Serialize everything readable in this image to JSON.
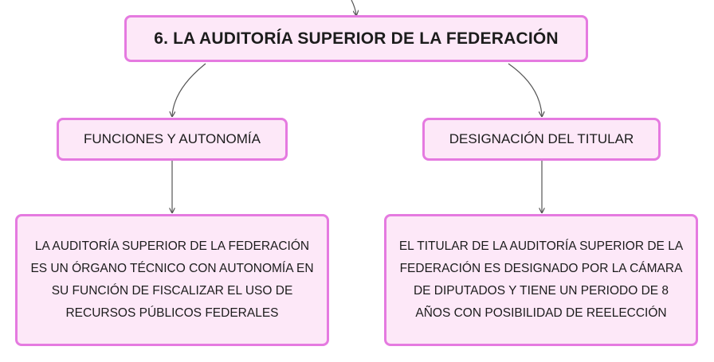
{
  "colors": {
    "node_fill": "#fde8f8",
    "node_border": "#e57ae0",
    "connector": "#555555"
  },
  "root": {
    "label": "6. LA AUDITORÍA SUPERIOR DE LA FEDERACIÓN"
  },
  "branches": [
    {
      "label": "FUNCIONES Y AUTONOMÍA",
      "child": "LA AUDITORÍA SUPERIOR DE LA FEDERACIÓN ES UN ÓRGANO TÉCNICO CON AUTONOMÍA EN SU FUNCIÓN DE FISCALIZAR EL USO DE RECURSOS PÚBLICOS FEDERALES"
    },
    {
      "label": "DESIGNACIÓN DEL TITULAR",
      "child": "EL TITULAR DE LA AUDITORÍA SUPERIOR DE LA FEDERACIÓN ES DESIGNADO POR LA CÁMARA DE DIPUTADOS Y TIENE UN PERIODO DE 8 AÑOS CON POSIBILIDAD DE REELECCIÓN"
    }
  ]
}
